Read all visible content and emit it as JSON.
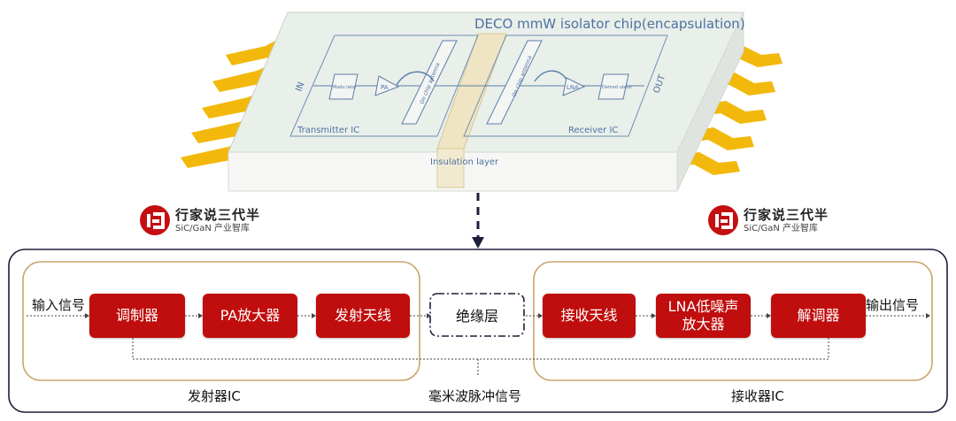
{
  "chip": {
    "title": "DECO mmW isolator chip(encapsulation)",
    "in_label": "IN",
    "out_label": "OUT",
    "transmitter_label": "Transmitter IC",
    "receiver_label": "Receiver IC",
    "insulation_label": "Insulation layer",
    "modulator_label": "Modu lator",
    "pa_label": "PA",
    "tx_antenna_label": "On chip antenna",
    "rx_antenna_label": "On chip antenna",
    "lna_label": "LNA",
    "demodulator_label": "Demod ulator",
    "colors": {
      "pins": "#f2b90c",
      "board": "#e9efe9",
      "line": "#5a7faa"
    }
  },
  "branding": {
    "name": "行家说三代半",
    "subtitle": "SiC/GaN 产业智库",
    "color": "#c40f12"
  },
  "flow": {
    "input_label": "输入信号",
    "output_label": "输出信号",
    "blocks": {
      "modulator": "调制器",
      "pa": "PA放大器",
      "tx_antenna": "发射天线",
      "insulation": "绝缘层",
      "rx_antenna": "接收天线",
      "lna_line1": "LNA低噪声",
      "lna_line2": "放大器",
      "demodulator": "解调器"
    },
    "transmitter_ic": "发射器IC",
    "receiver_ic": "接收器IC",
    "mmwave_label": "毫米波脉冲信号",
    "colors": {
      "block": "#c00d0d",
      "group_border": "#c9a56a",
      "outer_border": "#1b1f3a"
    }
  }
}
